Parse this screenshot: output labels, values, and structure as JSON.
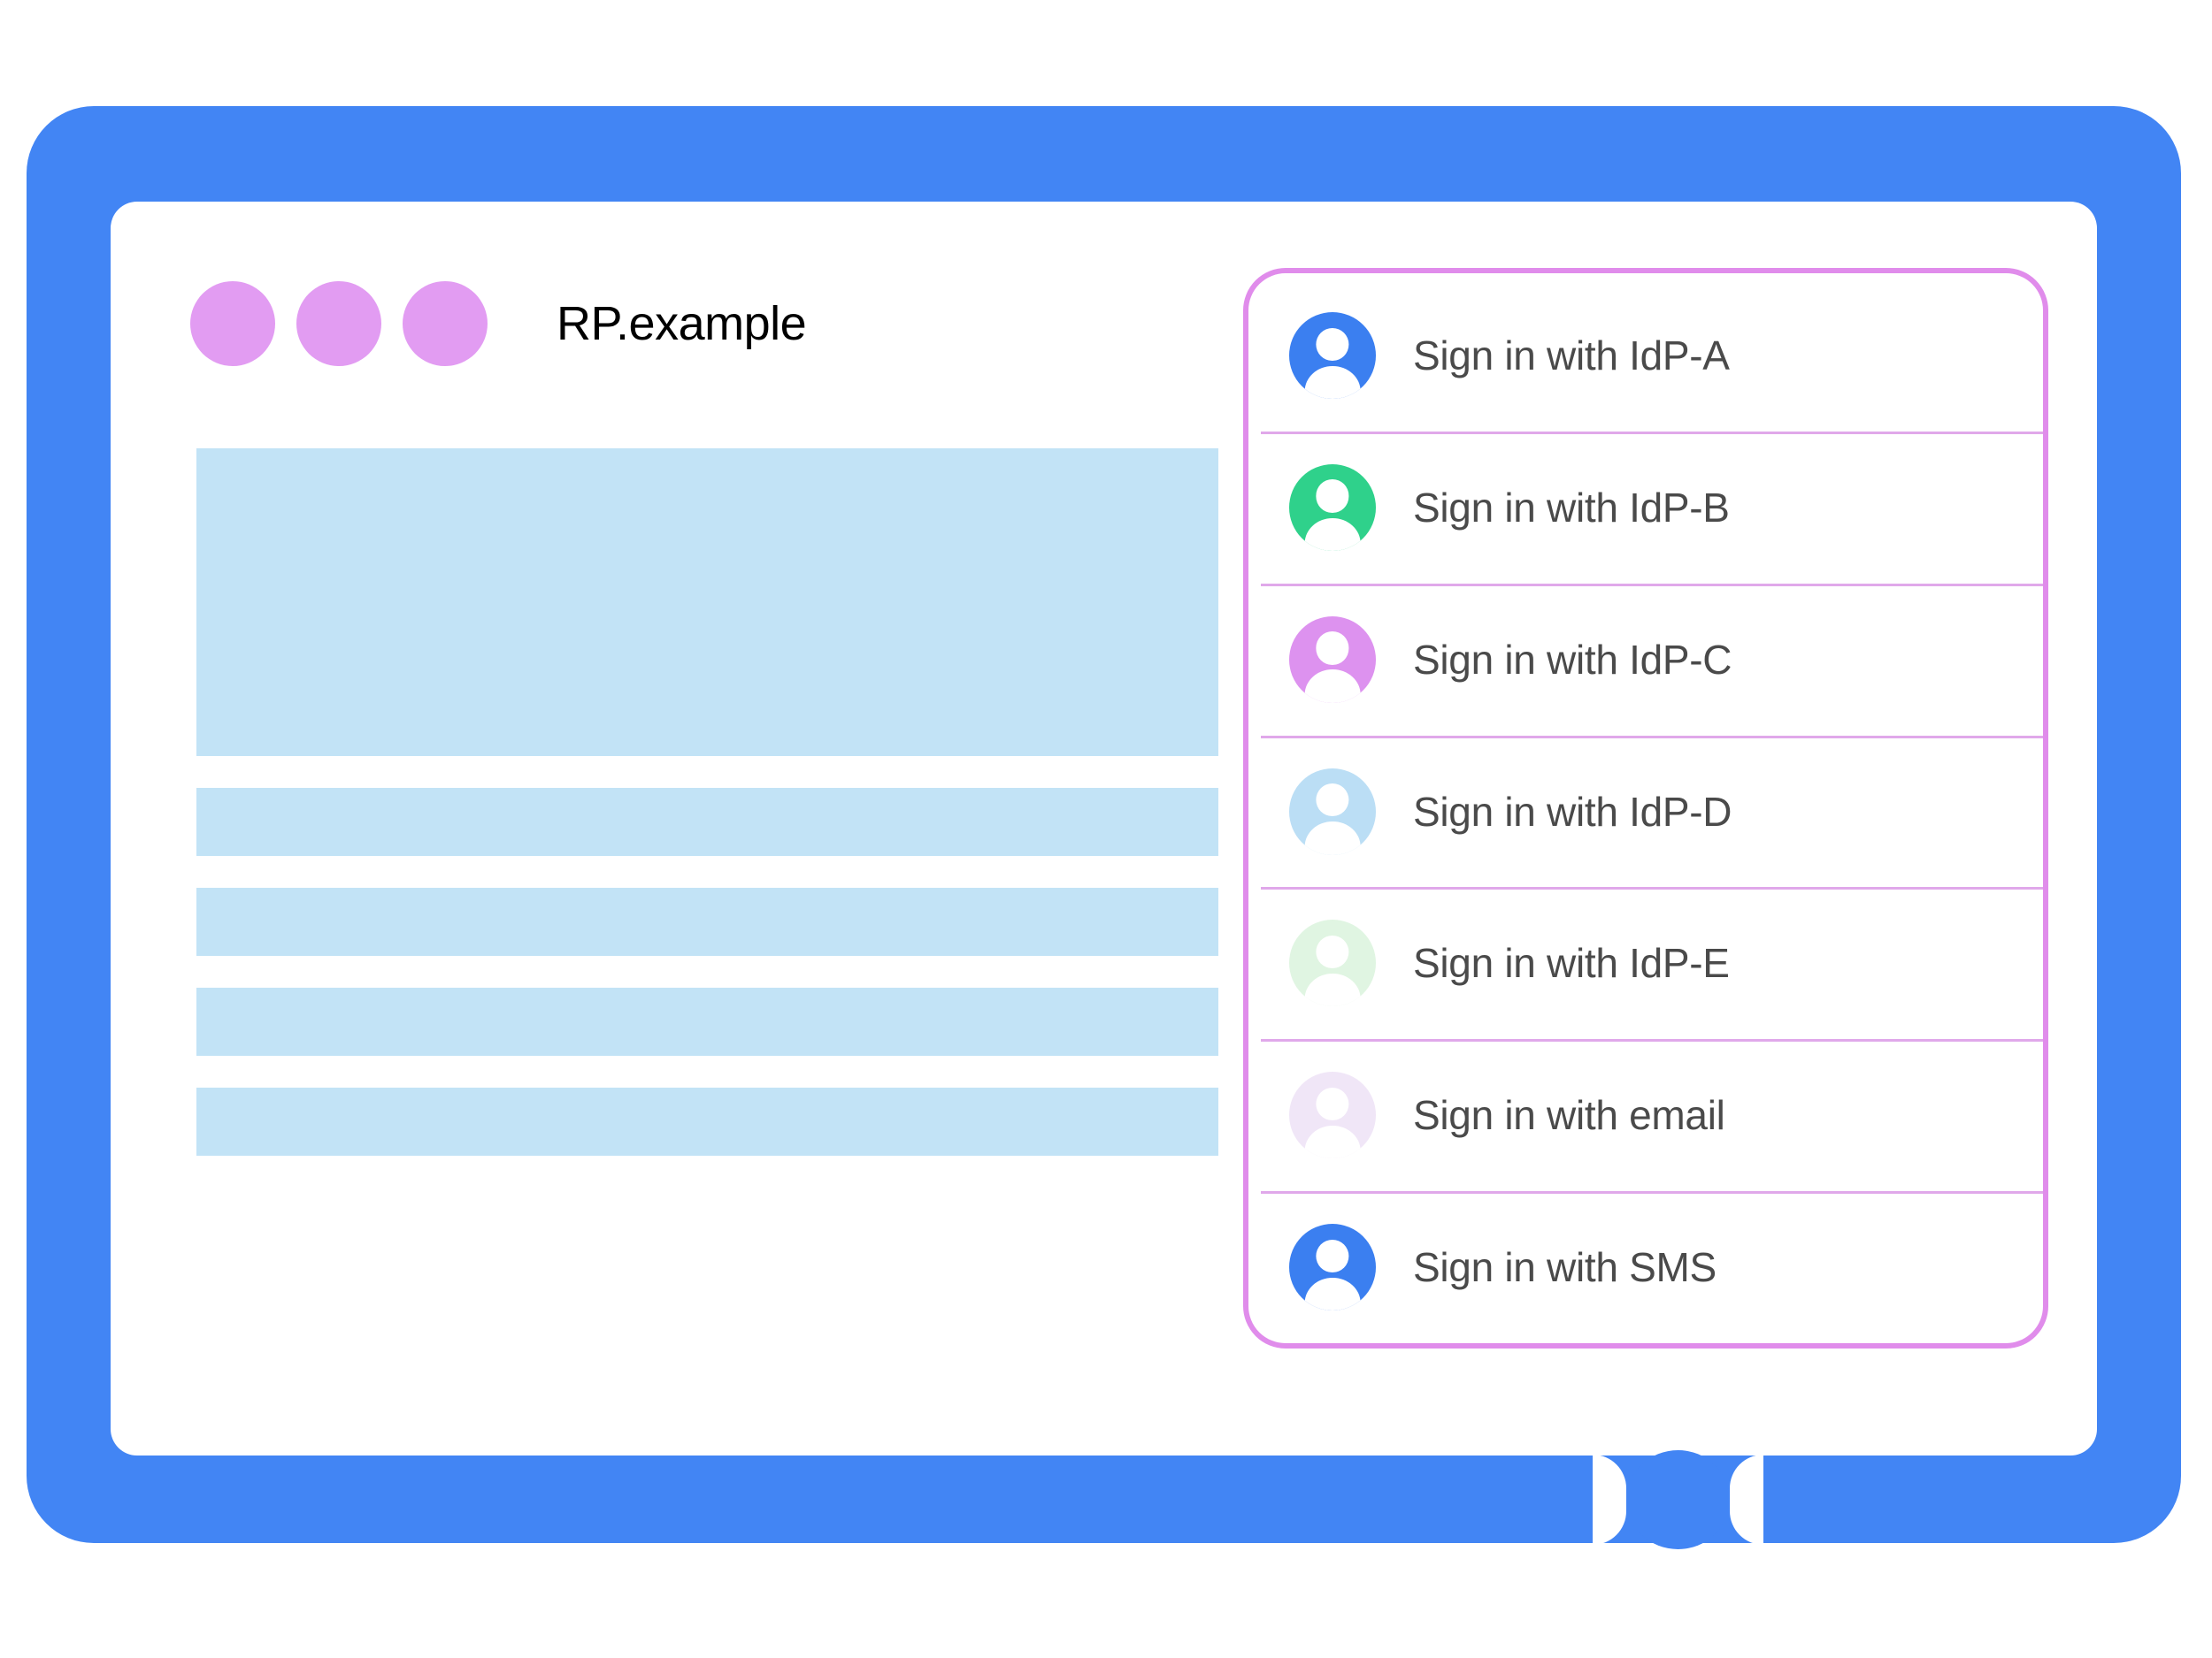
{
  "window": {
    "title": "RP.example",
    "frame_color": "#4285f4",
    "dot_color": "#e29cf2",
    "dots": [
      {
        "name": "titlebar-dot-1"
      },
      {
        "name": "titlebar-dot-2"
      },
      {
        "name": "titlebar-dot-3"
      }
    ]
  },
  "content": {
    "placeholder_color": "#c2e3f6",
    "blocks": [
      {
        "kind": "hero"
      },
      {
        "kind": "line"
      },
      {
        "kind": "line"
      },
      {
        "kind": "line"
      },
      {
        "kind": "line"
      }
    ]
  },
  "signin_panel": {
    "border_color": "#e08ceb",
    "divider_color": "#e0a8ea",
    "text_color": "#4a4a4a",
    "items": [
      {
        "label": "Sign in with IdP-A",
        "icon": "avatar-icon",
        "avatar_color": "#3b7ff0"
      },
      {
        "label": "Sign in with IdP-B",
        "icon": "avatar-icon",
        "avatar_color": "#2fd18b"
      },
      {
        "label": "Sign in with IdP-C",
        "icon": "avatar-icon",
        "avatar_color": "#dd92ef"
      },
      {
        "label": "Sign in with IdP-D",
        "icon": "avatar-icon",
        "avatar_color": "#bbdef5"
      },
      {
        "label": "Sign in with IdP-E",
        "icon": "avatar-icon",
        "avatar_color": "#e0f5e2"
      },
      {
        "label": "Sign in with email",
        "icon": "avatar-icon",
        "avatar_color": "#f0e6f7"
      },
      {
        "label": "Sign in with SMS",
        "icon": "avatar-icon",
        "avatar_color": "#3b7ff0"
      }
    ]
  },
  "home_button": {
    "name": "home-button"
  }
}
